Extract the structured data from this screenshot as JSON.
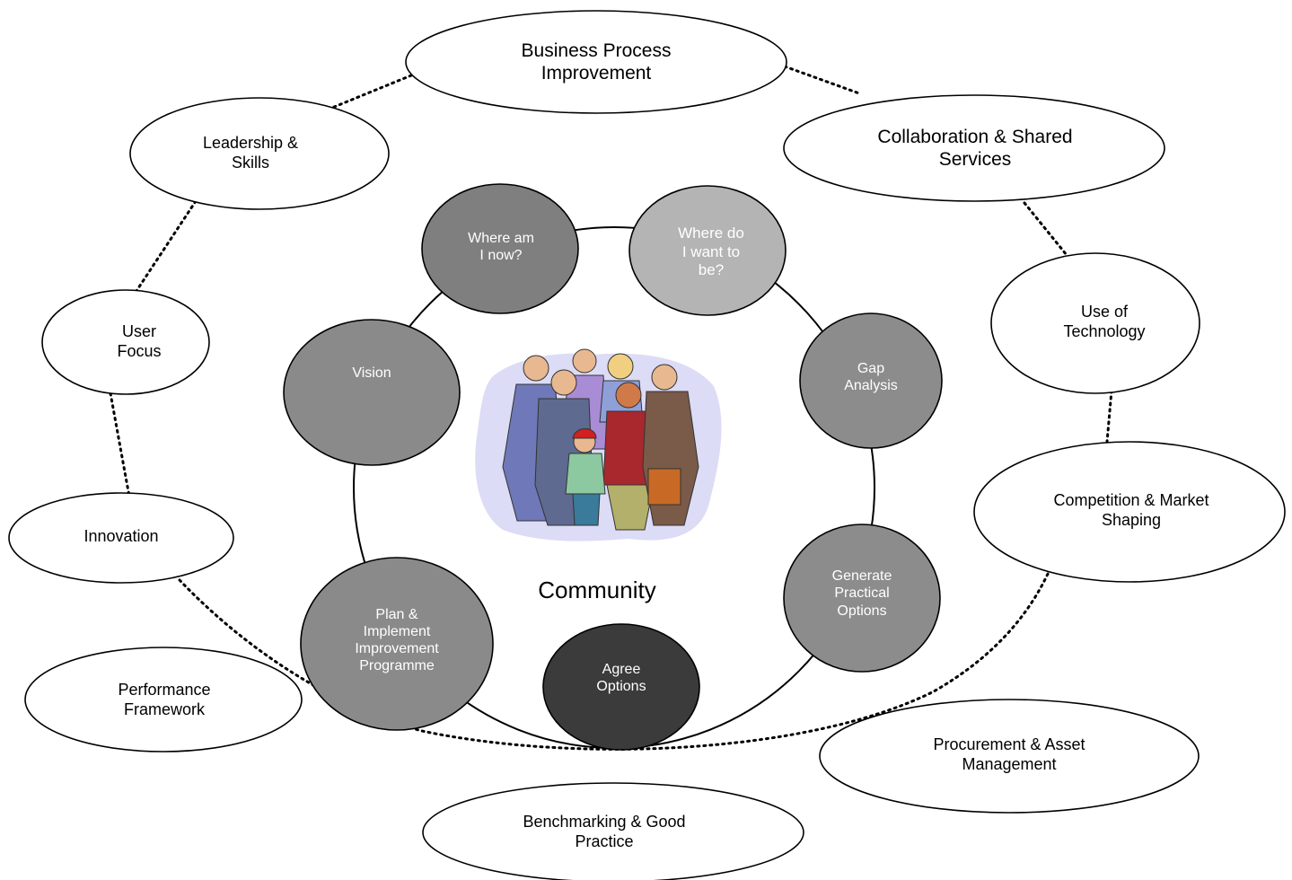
{
  "center": {
    "label": "Community",
    "icon": "people-group-clipart-icon"
  },
  "inner_steps": [
    {
      "id": "vision",
      "label": "Vision",
      "color": "#8a8a8a"
    },
    {
      "id": "where-am-i-now",
      "label": "Where am\nI now?",
      "color": "#7f7f7f"
    },
    {
      "id": "where-do-i-want-to-be",
      "label": "Where do\nI want to\nbe?",
      "color": "#b4b4b4"
    },
    {
      "id": "gap-analysis",
      "label": "Gap\nAnalysis",
      "color": "#8c8c8c"
    },
    {
      "id": "generate-practical-options",
      "label": "Generate\nPractical\nOptions",
      "color": "#8c8c8c"
    },
    {
      "id": "agree-options",
      "label": "Agree\nOptions",
      "color": "#3b3b3b"
    },
    {
      "id": "plan-implement-improvement-programme",
      "label": "Plan &\nImplement\nImprovement\nProgramme",
      "color": "#8a8a8a"
    }
  ],
  "outer_themes": [
    {
      "id": "business-process-improvement",
      "label": "Business Process\nImprovement"
    },
    {
      "id": "collaboration-shared-services",
      "label": "Collaboration & Shared\nServices"
    },
    {
      "id": "use-of-technology",
      "label": "Use of\nTechnology"
    },
    {
      "id": "competition-market-shaping",
      "label": "Competition & Market\nShaping"
    },
    {
      "id": "procurement-asset-management",
      "label": "Procurement & Asset\nManagement"
    },
    {
      "id": "benchmarking-good-practice",
      "label": "Benchmarking & Good\nPractice"
    },
    {
      "id": "performance-framework",
      "label": "Performance\nFramework"
    },
    {
      "id": "innovation",
      "label": "Innovation"
    },
    {
      "id": "user-focus",
      "label": "User\nFocus"
    },
    {
      "id": "leadership-skills",
      "label": "Leadership &\nSkills"
    }
  ],
  "colors": {
    "outline": "#000000",
    "inner_text": "#ffffff",
    "outer_fill": "#ffffff"
  }
}
